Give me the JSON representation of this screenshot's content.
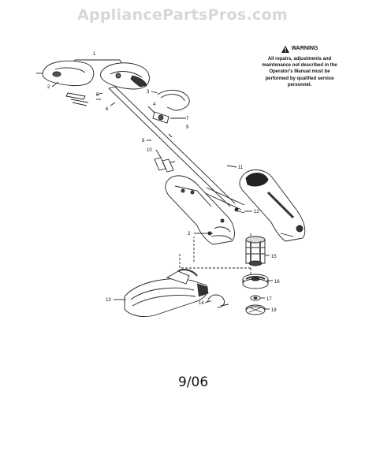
{
  "watermark": "AppliancePartsPros.com",
  "warning": {
    "title": "WARNING",
    "text": "All repairs, adjustments and maintenance not described in the Operator's Manual must be performed by qualified service personnel."
  },
  "part_numbers": [
    "1",
    "2",
    "3",
    "4",
    "5",
    "6",
    "7",
    "8",
    "9",
    "10",
    "11",
    "12",
    "13",
    "14",
    "15",
    "16",
    "17",
    "18"
  ],
  "date_code": "9/06"
}
